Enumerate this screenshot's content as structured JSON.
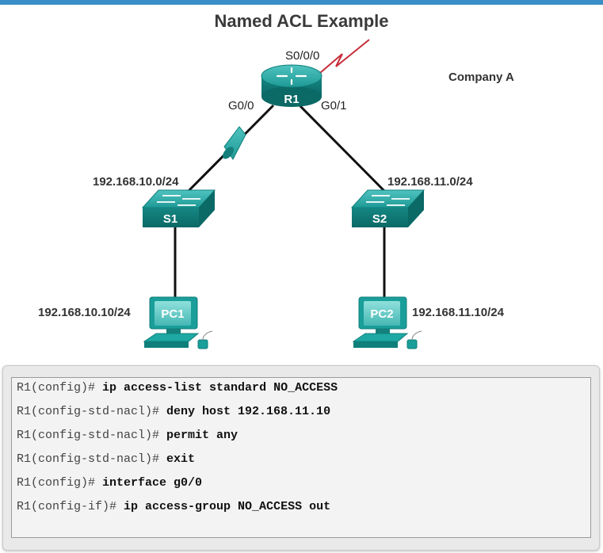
{
  "title": "Named ACL Example",
  "company_label": "Company A",
  "router": {
    "name": "R1",
    "interfaces": {
      "serial": "S0/0/0",
      "left": "G0/0",
      "right": "G0/1"
    }
  },
  "switches": [
    {
      "name": "S1",
      "network": "192.168.10.0/24"
    },
    {
      "name": "S2",
      "network": "192.168.11.0/24"
    }
  ],
  "pcs": [
    {
      "name": "PC1",
      "ip": "192.168.10.10/24"
    },
    {
      "name": "PC2",
      "ip": "192.168.11.10/24"
    }
  ],
  "icons": {
    "acl_filter": "cone-filter-icon",
    "serial_link": "lightning-link-icon"
  },
  "colors": {
    "accent": "#3a8fc6",
    "device": "#1a9e9a",
    "serial_link": "#c62d3a"
  },
  "cli": [
    {
      "prompt": "R1(config)# ",
      "command": "ip access-list standard NO_ACCESS"
    },
    {
      "prompt": "R1(config-std-nacl)# ",
      "command": "deny host 192.168.11.10"
    },
    {
      "prompt": "R1(config-std-nacl)# ",
      "command": "permit any"
    },
    {
      "prompt": "R1(config-std-nacl)# ",
      "command": "exit"
    },
    {
      "prompt": "R1(config)# ",
      "command": "interface g0/0"
    },
    {
      "prompt": "R1(config-if)# ",
      "command": "ip access-group NO_ACCESS out"
    }
  ]
}
